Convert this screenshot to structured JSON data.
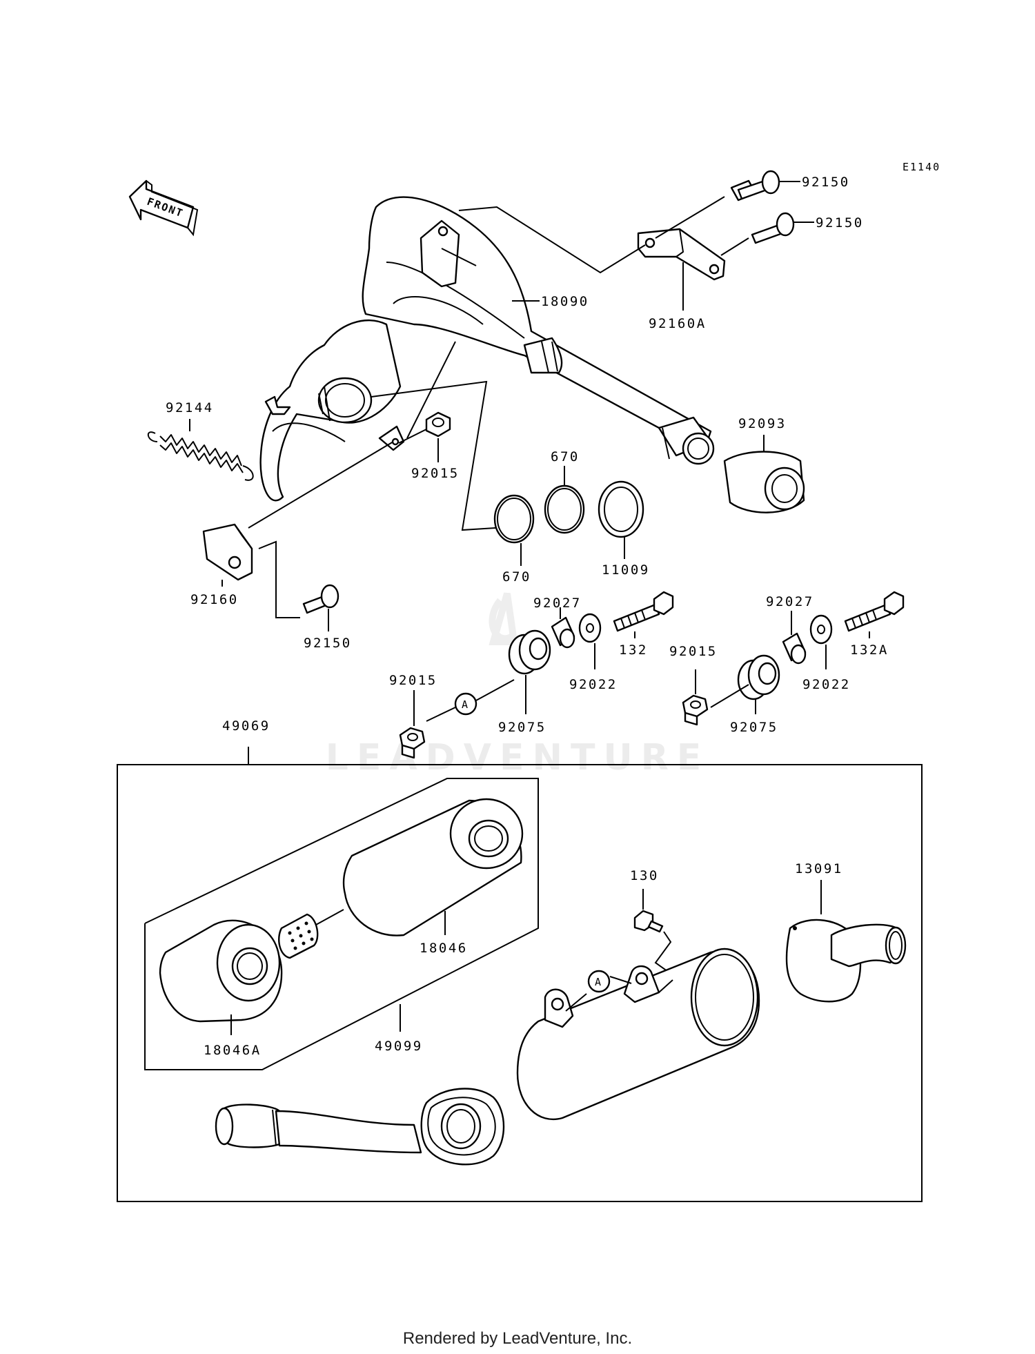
{
  "diagram": {
    "code": "E1140",
    "front_label": "FRONT",
    "callout_letter": "A",
    "parts": {
      "p92150a": "92150",
      "p92150b": "92150",
      "p92150c": "92150",
      "p18090": "18090",
      "p92160A": "92160A",
      "p92144": "92144",
      "p92015a": "92015",
      "p92015b": "92015",
      "p92015c": "92015",
      "p92093": "92093",
      "p670a": "670",
      "p670b": "670",
      "p11009": "11009",
      "p92160": "92160",
      "p92027a": "92027",
      "p92027b": "92027",
      "p132": "132",
      "p132A": "132A",
      "p92022a": "92022",
      "p92022b": "92022",
      "p92075a": "92075",
      "p92075b": "92075",
      "p49069": "49069",
      "p18046": "18046",
      "p18046A": "18046A",
      "p49099": "49099",
      "p130": "130",
      "p13091": "13091"
    },
    "watermark": "LEADVENTURE"
  },
  "footer": {
    "text": "Rendered by LeadVenture, Inc."
  }
}
